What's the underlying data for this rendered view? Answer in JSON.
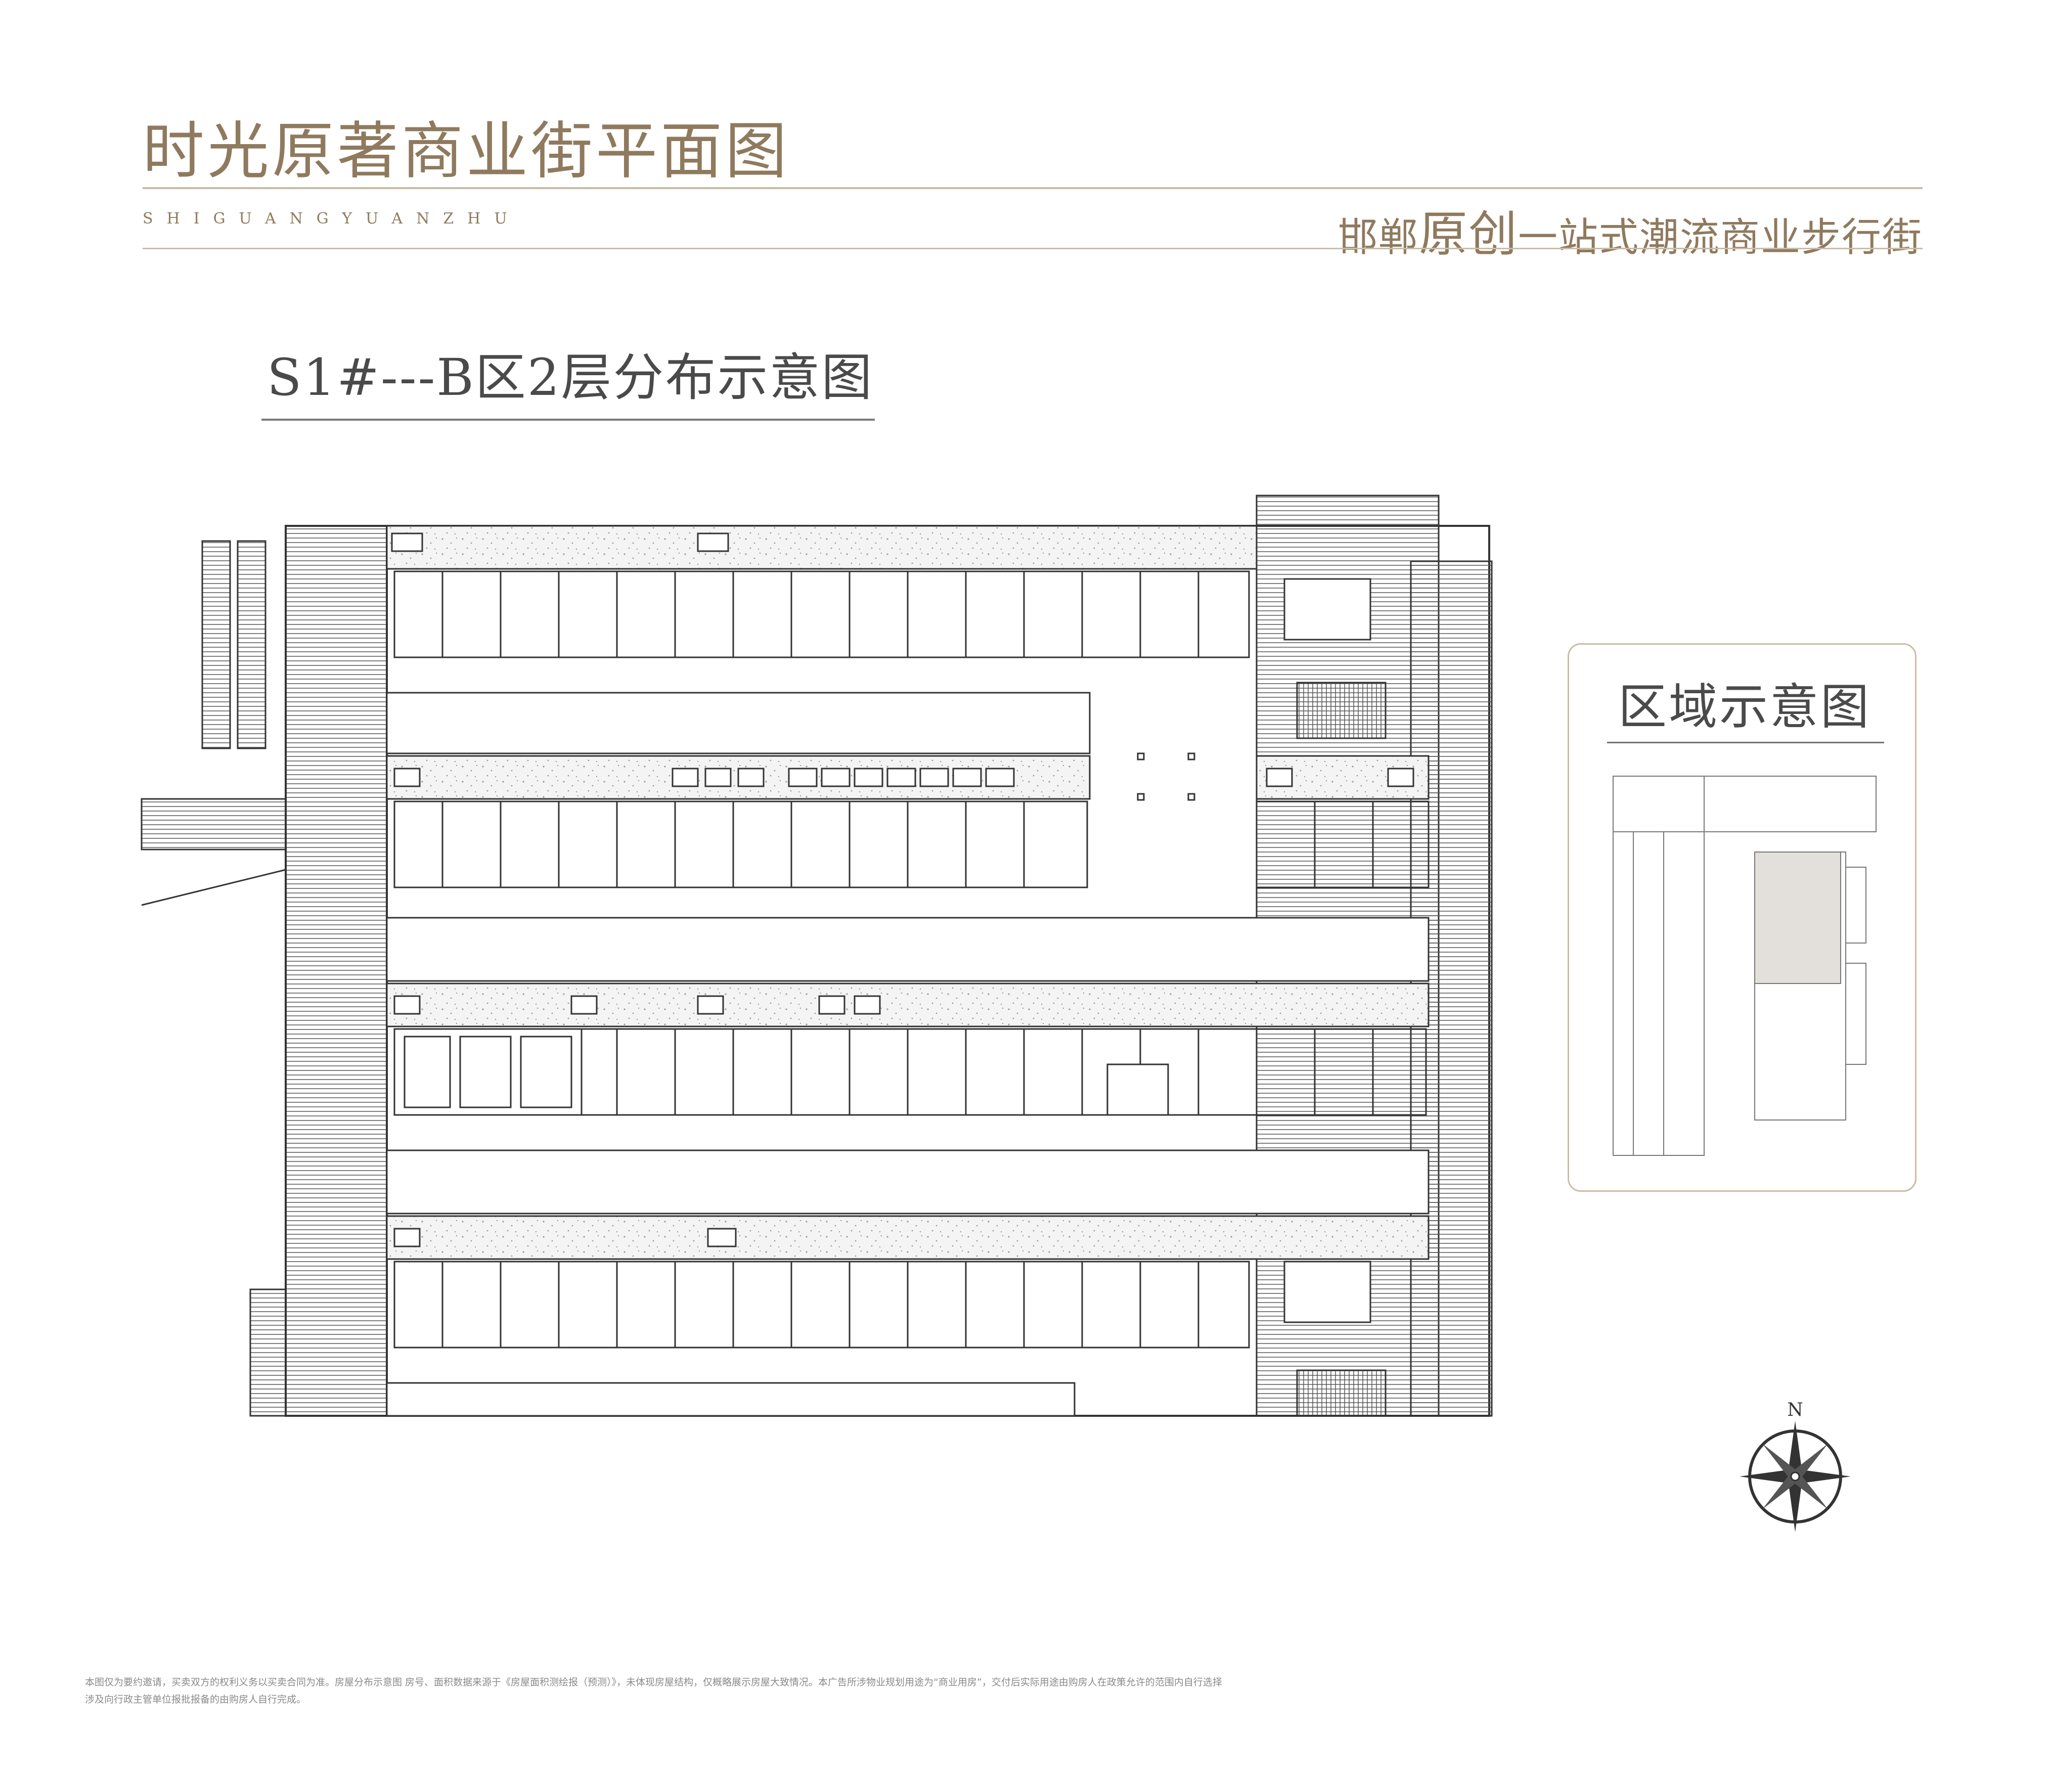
{
  "header": {
    "title": "时光原著商业街平面图",
    "pinyin": "SHIGUANGYUANZHU",
    "slogan_pre": "邯郸",
    "slogan_big": "原创",
    "slogan_post": "一站式潮流商业步行街"
  },
  "plan": {
    "title": "S1#---B区2层分布示意图"
  },
  "region": {
    "title": "区域示意图"
  },
  "compass": {
    "north_label": "N"
  },
  "disclaimer": {
    "line1": "本图仅为要约邀请，买卖双方的权利义务以买卖合同为准。房屋分布示意图 房号、面积数据来源于《房屋面积测绘报（预测）》，未体现房屋结构，仅概略展示房屋大致情况。本广告所涉物业规划用途为“商业用房”，交付后实际用途由购房人在政策允许的范围内自行选择",
    "line2": "涉及向行政主管单位报批报备的由购房人自行完成。"
  },
  "colors": {
    "accent_gold": "#8f7a5e",
    "rule_gold": "#cbbca6",
    "ink": "#4a4a4a",
    "plan_line": "#333333",
    "highlight_fill": "#e3e0dc"
  }
}
